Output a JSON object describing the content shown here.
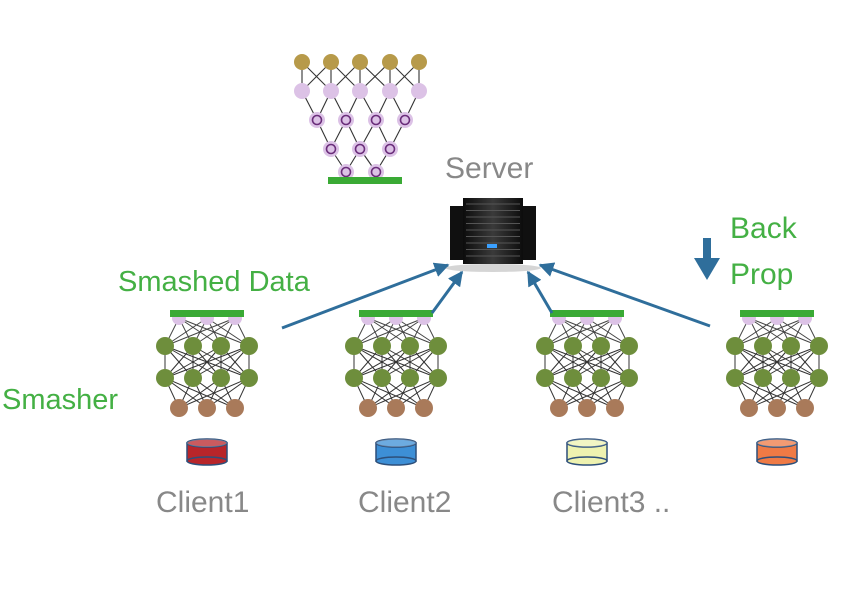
{
  "server": {
    "label": "Server"
  },
  "annotations": {
    "smashed_data": "Smashed Data",
    "smasher": "Smasher",
    "back_prop_line1": "Back",
    "back_prop_line2": "Prop"
  },
  "clients": [
    {
      "label": "Client1",
      "db_color": "#b8252a"
    },
    {
      "label": "Client2",
      "db_color": "#3d8fd6"
    },
    {
      "label": "Client3 ..",
      "db_color": "#eef2b0"
    },
    {
      "label": "",
      "db_color": "#ef7a45"
    }
  ],
  "colors": {
    "label_green": "#44b044",
    "label_grey": "#888888",
    "bar_green": "#3aaa35",
    "arrow_blue": "#2f6e9b",
    "node_olive": "#6e8e3c",
    "node_brown": "#a97a5a",
    "node_lilac": "#dcc2e6",
    "node_gold": "#b79a4a"
  }
}
